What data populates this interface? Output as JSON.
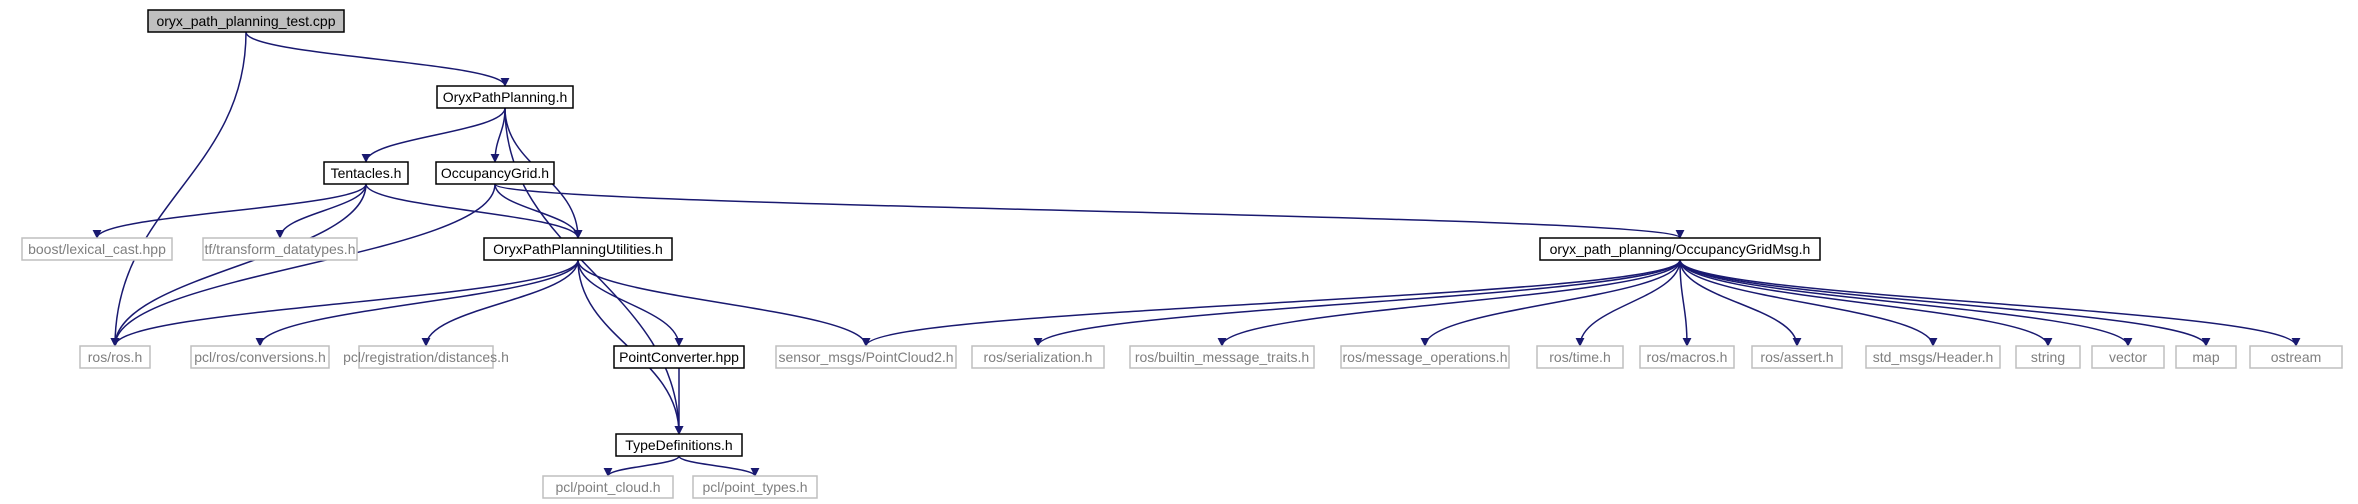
{
  "colors": {
    "edge": "#191970",
    "root_fill": "#bfbfbf",
    "solid_border": "#000000",
    "missing_border": "#bfbfbf",
    "text": "#000000",
    "missing_text": "#7f7f7f"
  },
  "nodes": [
    {
      "id": "root",
      "label": "oryx_path_planning_test.cpp",
      "style": "root"
    },
    {
      "id": "opp",
      "label": "OryxPathPlanning.h",
      "style": "solid"
    },
    {
      "id": "tent",
      "label": "Tentacles.h",
      "style": "solid"
    },
    {
      "id": "occ",
      "label": "OccupancyGrid.h",
      "style": "solid"
    },
    {
      "id": "util",
      "label": "OryxPathPlanningUtilities.h",
      "style": "solid"
    },
    {
      "id": "msg",
      "label": "oryx_path_planning/OccupancyGridMsg.h",
      "style": "solid"
    },
    {
      "id": "boost",
      "label": "boost/lexical_cast.hpp",
      "style": "missing"
    },
    {
      "id": "tf",
      "label": "tf/transform_datatypes.h",
      "style": "missing"
    },
    {
      "id": "ros",
      "label": "ros/ros.h",
      "style": "missing"
    },
    {
      "id": "pclconv",
      "label": "pcl/ros/conversions.h",
      "style": "missing"
    },
    {
      "id": "pcldist",
      "label": "pcl/registration/distances.h",
      "style": "missing"
    },
    {
      "id": "pconv",
      "label": "PointConverter.hpp",
      "style": "solid"
    },
    {
      "id": "pc2",
      "label": "sensor_msgs/PointCloud2.h",
      "style": "missing"
    },
    {
      "id": "ser",
      "label": "ros/serialization.h",
      "style": "missing"
    },
    {
      "id": "bmt",
      "label": "ros/builtin_message_traits.h",
      "style": "missing"
    },
    {
      "id": "mops",
      "label": "ros/message_operations.h",
      "style": "missing"
    },
    {
      "id": "time",
      "label": "ros/time.h",
      "style": "missing"
    },
    {
      "id": "macros",
      "label": "ros/macros.h",
      "style": "missing"
    },
    {
      "id": "assert",
      "label": "ros/assert.h",
      "style": "missing"
    },
    {
      "id": "header",
      "label": "std_msgs/Header.h",
      "style": "missing"
    },
    {
      "id": "string",
      "label": "string",
      "style": "missing"
    },
    {
      "id": "vector",
      "label": "vector",
      "style": "missing"
    },
    {
      "id": "map",
      "label": "map",
      "style": "missing"
    },
    {
      "id": "ostream",
      "label": "ostream",
      "style": "missing"
    },
    {
      "id": "typedef",
      "label": "TypeDefinitions.h",
      "style": "solid"
    },
    {
      "id": "pcloud",
      "label": "pcl/point_cloud.h",
      "style": "missing"
    },
    {
      "id": "ptypes",
      "label": "pcl/point_types.h",
      "style": "missing"
    }
  ],
  "edges": [
    {
      "from": "root",
      "to": "opp"
    },
    {
      "from": "root",
      "to": "ros"
    },
    {
      "from": "opp",
      "to": "tent"
    },
    {
      "from": "opp",
      "to": "occ"
    },
    {
      "from": "opp",
      "to": "util"
    },
    {
      "from": "opp",
      "to": "typedef"
    },
    {
      "from": "tent",
      "to": "boost"
    },
    {
      "from": "tent",
      "to": "tf"
    },
    {
      "from": "tent",
      "to": "util"
    },
    {
      "from": "tent",
      "to": "ros"
    },
    {
      "from": "occ",
      "to": "util"
    },
    {
      "from": "occ",
      "to": "ros"
    },
    {
      "from": "occ",
      "to": "msg"
    },
    {
      "from": "util",
      "to": "ros"
    },
    {
      "from": "util",
      "to": "pclconv"
    },
    {
      "from": "util",
      "to": "pcldist"
    },
    {
      "from": "util",
      "to": "pconv"
    },
    {
      "from": "util",
      "to": "pc2"
    },
    {
      "from": "util",
      "to": "typedef"
    },
    {
      "from": "pconv",
      "to": "typedef"
    },
    {
      "from": "msg",
      "to": "pc2"
    },
    {
      "from": "msg",
      "to": "ser"
    },
    {
      "from": "msg",
      "to": "bmt"
    },
    {
      "from": "msg",
      "to": "mops"
    },
    {
      "from": "msg",
      "to": "time"
    },
    {
      "from": "msg",
      "to": "macros"
    },
    {
      "from": "msg",
      "to": "assert"
    },
    {
      "from": "msg",
      "to": "header"
    },
    {
      "from": "msg",
      "to": "string"
    },
    {
      "from": "msg",
      "to": "vector"
    },
    {
      "from": "msg",
      "to": "map"
    },
    {
      "from": "msg",
      "to": "ostream"
    },
    {
      "from": "typedef",
      "to": "pcloud"
    },
    {
      "from": "typedef",
      "to": "ptypes"
    }
  ]
}
